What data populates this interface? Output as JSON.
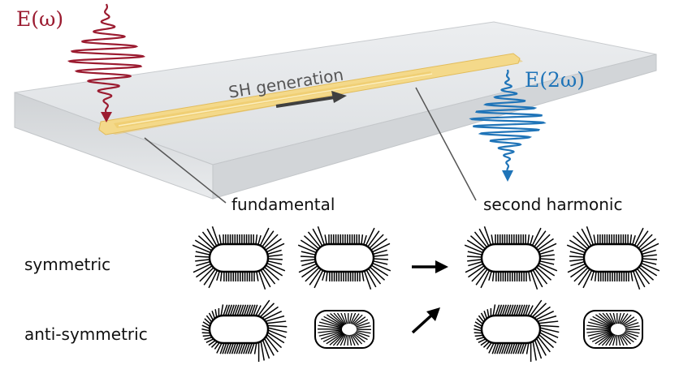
{
  "labels": {
    "input_field": "E(ω)",
    "output_field": "E(2ω)",
    "process": "SH generation",
    "fundamental": "fundamental",
    "second_harmonic": "second harmonic",
    "symmetric": "symmetric",
    "antisymmetric": "anti-symmetric"
  },
  "colors": {
    "input_wave": "#9b1b30",
    "output_wave": "#1f74b8",
    "gold": "#f4d98a",
    "gold_edge": "#e2bc5a",
    "glass": "#e6e8ea",
    "glass_edge": "#c4c7ca"
  },
  "mode_grid": {
    "columns": [
      "fundamental",
      "fundamental",
      "second harmonic",
      "second harmonic"
    ],
    "rows": [
      {
        "name": "symmetric",
        "modes": [
          "symmetric",
          "symmetric",
          "symmetric",
          "symmetric"
        ]
      },
      {
        "name": "anti-symmetric",
        "modes": [
          "anti-symmetric",
          "anti-symmetric",
          "anti-symmetric",
          "anti-symmetric"
        ]
      }
    ]
  }
}
